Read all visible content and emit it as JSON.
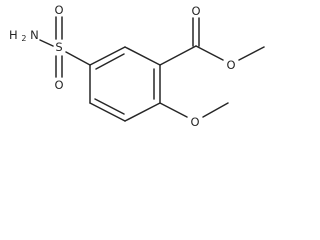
{
  "molecule": {
    "atoms": {
      "oxygen_label": "O",
      "sulfur_label": "S",
      "amine": {
        "prefix": "H",
        "subscript": "2",
        "suffix": "N"
      }
    }
  }
}
